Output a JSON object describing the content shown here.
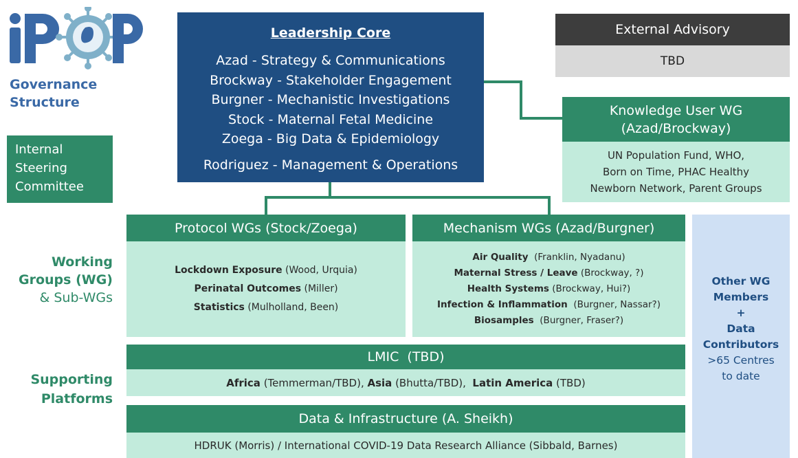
{
  "logo": {
    "text": "iPOP"
  },
  "title": {
    "line1": "Governance",
    "line2": "Structure"
  },
  "steering": {
    "line1": "Internal",
    "line2": "Steering",
    "line3": "Committee"
  },
  "leadership": {
    "heading": "Leadership Core",
    "members": [
      "Azad - Strategy & Communications",
      "Brockway - Stakeholder Engagement",
      "Burgner - Mechanistic Investigations",
      "Stock - Maternal Fetal Medicine",
      "Zoega - Big Data & Epidemiology"
    ],
    "management": "Rodriguez - Management & Operations"
  },
  "external": {
    "heading": "External Advisory",
    "body": "TBD"
  },
  "knowledge": {
    "heading_line1": "Knowledge User WG",
    "heading_line2": "(Azad/Brockway)",
    "body_line1": "UN Population Fund, WHO,",
    "body_line2": "Born on Time, PHAC Healthy",
    "body_line3": "Newborn Network, Parent Groups"
  },
  "working_groups_label": {
    "line1": "Working",
    "line2": "Groups (WG)",
    "line3": "& Sub-WGs"
  },
  "protocol": {
    "heading": "Protocol WGs (Stock/Zoega)",
    "items": [
      {
        "name": "Lockdown Exposure",
        "people": " (Wood, Urquia)"
      },
      {
        "name": "Perinatal Outcomes",
        "people": " (Miller)"
      },
      {
        "name": "Statistics",
        "people": " (Mulholland, Been)"
      }
    ]
  },
  "mechanism": {
    "heading": "Mechanism WGs (Azad/Burgner)",
    "items": [
      {
        "name": "Air Quality",
        "people": "  (Franklin, Nyadanu)"
      },
      {
        "name": "Maternal Stress / Leave",
        "people": " (Brockway, ?)"
      },
      {
        "name": "Health Systems",
        "people": " (Brockway, Hui?)"
      },
      {
        "name": "Infection & Inflammation",
        "people": "  (Burgner, Nassar?)"
      },
      {
        "name": "Biosamples",
        "people": "  (Burgner, Fraser?)"
      }
    ]
  },
  "other": {
    "line1": "Other WG",
    "line2": "Members",
    "line3": "+",
    "line4": "Data",
    "line5": "Contributors",
    "line6": ">65 Centres",
    "line7": "to date"
  },
  "supporting_label": {
    "line1": "Supporting",
    "line2": "Platforms"
  },
  "lmic": {
    "heading": "LMIC  (TBD)",
    "africa": "Africa",
    "africa_people": " (Temmerman/TBD), ",
    "asia": "Asia",
    "asia_people": " (Bhutta/TBD),  ",
    "latam": "Latin America",
    "latam_people": " (TBD)"
  },
  "data_infra": {
    "heading": "Data & Infrastructure (A. Sheikh)",
    "body": "HDRUK (Morris) / International COVID-19 Data Research Alliance (Sibbald, Barnes)"
  },
  "colors": {
    "green": "#2f8a68",
    "mint": "#c2ebdc",
    "navy": "#1f4e82",
    "advisory_dark": "#3d3d3d",
    "advisory_light": "#d9d9d9",
    "side_blue": "#cfe0f4"
  }
}
